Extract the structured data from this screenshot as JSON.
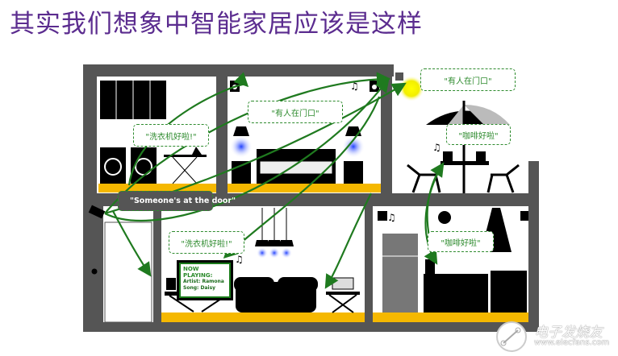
{
  "title": "其实我们想象中智能家居应该是这样",
  "bubbles": {
    "laundry_upper": "\"洗衣机好啦!\"",
    "door_upper": "\"有人在门口\"",
    "door_patio": "\"有人在门口\"",
    "coffee_patio": "\"咖啡好啦\"",
    "door_camera": "\"Someone's at the door\"",
    "laundry_living": "\"洗衣机好啦!\"",
    "coffee_kitchen": "\"咖啡好啦\""
  },
  "tv": {
    "heading": "NOW PLAYING:",
    "artist": "Artist: Ramona",
    "song": "Song: Daisy"
  },
  "watermark": {
    "name": "电子发烧友",
    "url": "www.elecfans.com"
  },
  "colors": {
    "wall": "#555555",
    "floor": "#f5b800",
    "arrow": "#1f7a1f",
    "title": "#5b2c8f"
  }
}
